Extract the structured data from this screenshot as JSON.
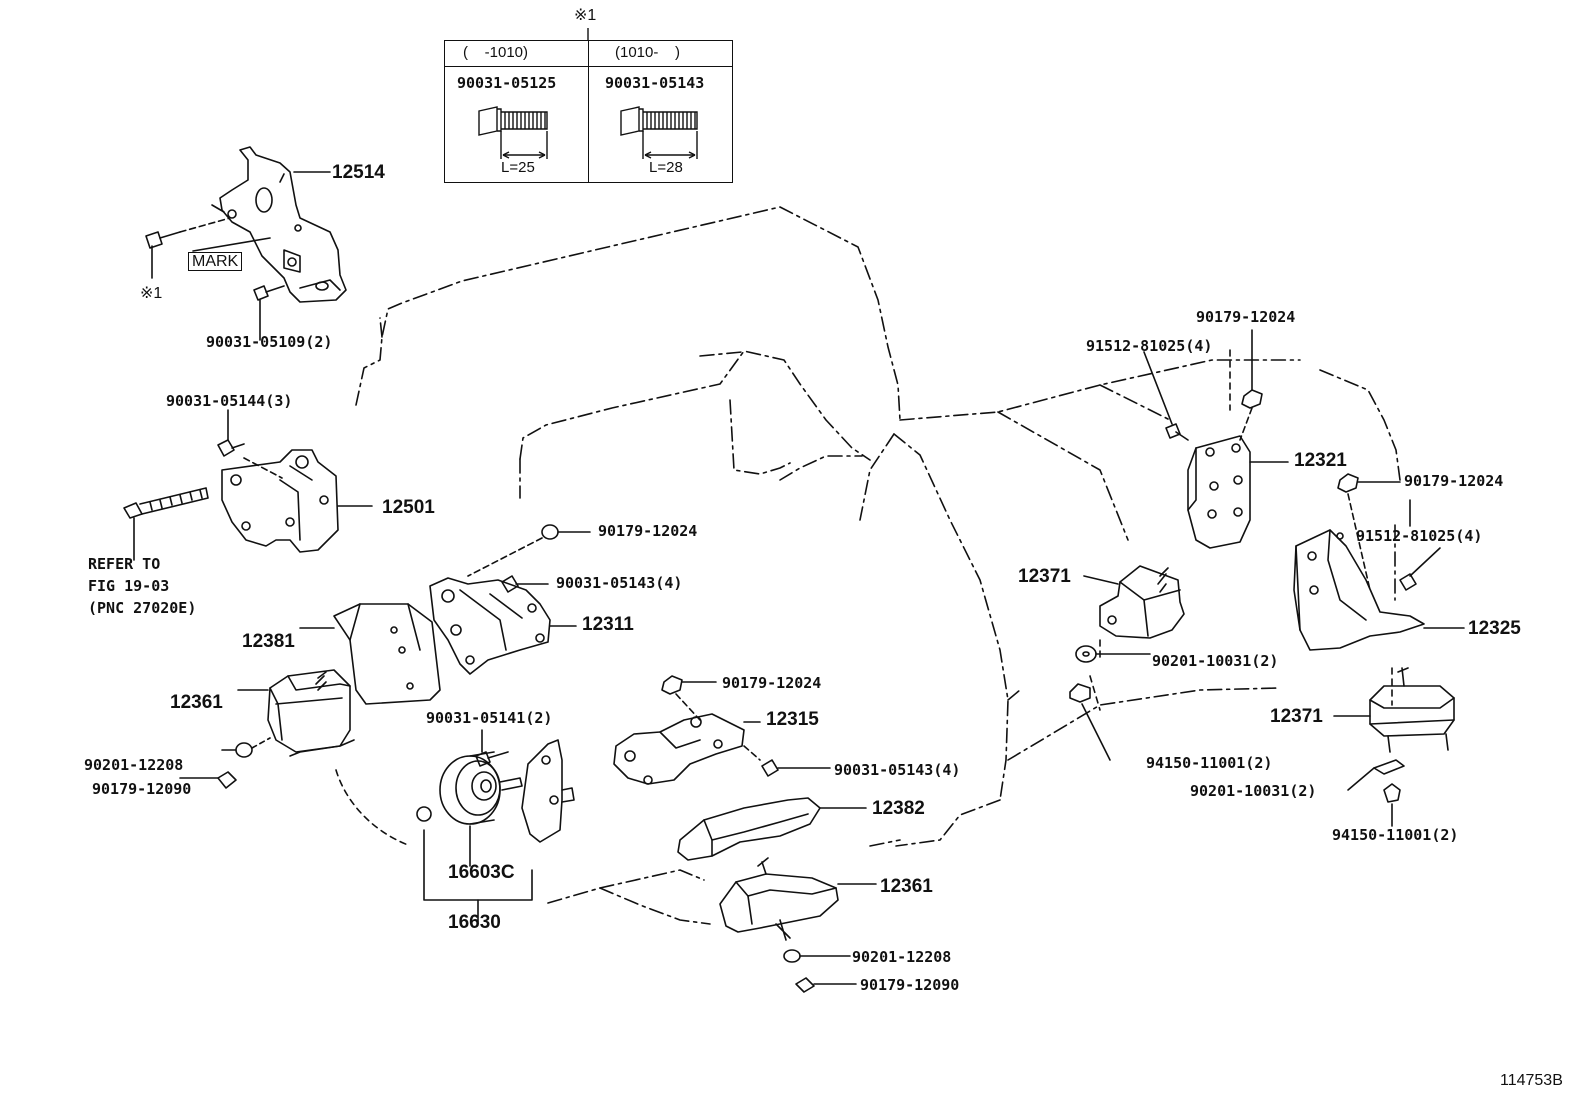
{
  "asterisk_note": "※1",
  "table": {
    "col1_header": "(    -1010)",
    "col2_header": "(1010-    )",
    "col1_part": "90031-05125",
    "col2_part": "90031-05143",
    "col1_length": "L=25",
    "col2_length": "L=28"
  },
  "figure_id": "114753B",
  "callouts": [
    {
      "id": "c12514",
      "text": "12514"
    },
    {
      "id": "cmark",
      "text": "MARK"
    },
    {
      "id": "cast1",
      "text": "※1"
    },
    {
      "id": "c9003105109",
      "text": "90031-05109(2)"
    },
    {
      "id": "c9003105144",
      "text": "90031-05144(3)"
    },
    {
      "id": "c12501",
      "text": "12501"
    },
    {
      "id": "crefer1",
      "text": "REFER TO"
    },
    {
      "id": "crefer2",
      "text": "FIG 19-03"
    },
    {
      "id": "crefer3",
      "text": "(PNC 27020E)"
    },
    {
      "id": "c90179a",
      "text": "90179-12024"
    },
    {
      "id": "c90031_05143a",
      "text": "90031-05143(4)"
    },
    {
      "id": "c12311",
      "text": "12311"
    },
    {
      "id": "c12381",
      "text": "12381"
    },
    {
      "id": "c12361a",
      "text": "12361"
    },
    {
      "id": "c90031_05141",
      "text": "90031-05141(2)"
    },
    {
      "id": "c90201_12208a",
      "text": "90201-12208"
    },
    {
      "id": "c90179_12090a",
      "text": "90179-12090"
    },
    {
      "id": "c16603c",
      "text": "16603C"
    },
    {
      "id": "c16630",
      "text": "16630"
    },
    {
      "id": "c90179b",
      "text": "90179-12024"
    },
    {
      "id": "c12315",
      "text": "12315"
    },
    {
      "id": "c90031_05143b",
      "text": "90031-05143(4)"
    },
    {
      "id": "c12382",
      "text": "12382"
    },
    {
      "id": "c12361b",
      "text": "12361"
    },
    {
      "id": "c90201_12208b",
      "text": "90201-12208"
    },
    {
      "id": "c90179_12090b",
      "text": "90179-12090"
    },
    {
      "id": "c90179c",
      "text": "90179-12024"
    },
    {
      "id": "c91512a",
      "text": "91512-81025(4)"
    },
    {
      "id": "c12321",
      "text": "12321"
    },
    {
      "id": "c12371a",
      "text": "12371"
    },
    {
      "id": "c90201_10031a",
      "text": "90201-10031(2)"
    },
    {
      "id": "c94150a",
      "text": "94150-11001(2)"
    },
    {
      "id": "c90179d",
      "text": "90179-12024"
    },
    {
      "id": "c91512b",
      "text": "91512-81025(4)"
    },
    {
      "id": "c12325",
      "text": "12325"
    },
    {
      "id": "c12371b",
      "text": "12371"
    },
    {
      "id": "c90201_10031b",
      "text": "90201-10031(2)"
    },
    {
      "id": "c94150b",
      "text": "94150-11001(2)"
    }
  ]
}
